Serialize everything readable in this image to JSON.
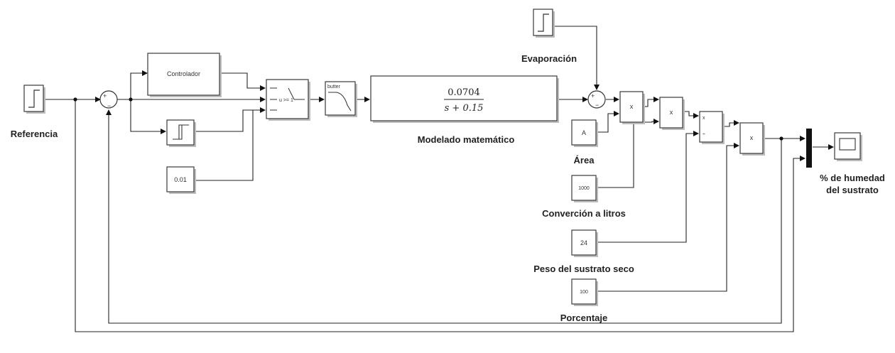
{
  "labels": {
    "referencia": "Referencia",
    "evaporacion": "Evaporación",
    "modelado": "Modelado matemático",
    "area": "Área",
    "conversion": "Converción a litros",
    "peso": "Peso del sustrato seco",
    "porcentaje": "Porcentaje",
    "humedad_line1": "% de humedad",
    "humedad_line2": "del sustrato"
  },
  "blocks": {
    "controlador": "Controlador",
    "switch_cond": "u >= 1",
    "butter": "butter",
    "tf_num": "0.0704",
    "tf_den": "s + 0.15",
    "constant_001": "0.01",
    "constant_a": "A",
    "constant_1000": "1000",
    "constant_24": "24",
    "constant_100": "100",
    "product_sign": "x",
    "divide_top": "x",
    "divide_bottom": "÷",
    "sum1_plus": "+",
    "sum1_minus": "−",
    "sum2_plus": "+",
    "sum2_minus": "−"
  }
}
